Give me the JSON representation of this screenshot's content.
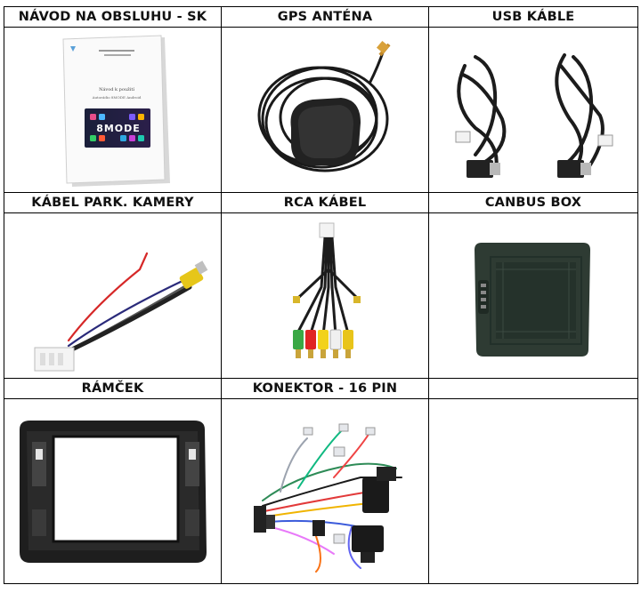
{
  "rows": [
    {
      "headers": [
        "NÁVOD NA OBSLUHU - SK",
        "GPS ANTÉNA",
        "USB KÁBLE"
      ],
      "items": [
        {
          "name": "manual-image",
          "icon": "manual-booklet"
        },
        {
          "name": "gps-antenna-image",
          "icon": "gps-antenna"
        },
        {
          "name": "usb-cables-image",
          "icon": "usb-cables"
        }
      ]
    },
    {
      "headers": [
        "KÁBEL PARK. KAMERY",
        "RCA KÁBEL",
        "CANBUS BOX"
      ],
      "items": [
        {
          "name": "parking-camera-cable-image",
          "icon": "camera-cable"
        },
        {
          "name": "rca-cable-image",
          "icon": "rca-cable"
        },
        {
          "name": "canbus-box-image",
          "icon": "canbus-box"
        }
      ]
    },
    {
      "headers": [
        "RÁMČEK",
        "KONEKTOR - 16 PIN",
        ""
      ],
      "items": [
        {
          "name": "frame-image",
          "icon": "dash-frame"
        },
        {
          "name": "connector-16pin-image",
          "icon": "wiring-harness"
        },
        {
          "name": "empty-cell",
          "icon": ""
        }
      ]
    }
  ],
  "manual": {
    "brand": "8MODE",
    "title": "Návod k použití",
    "subtitle": "Autorádio 8MODE Android"
  }
}
